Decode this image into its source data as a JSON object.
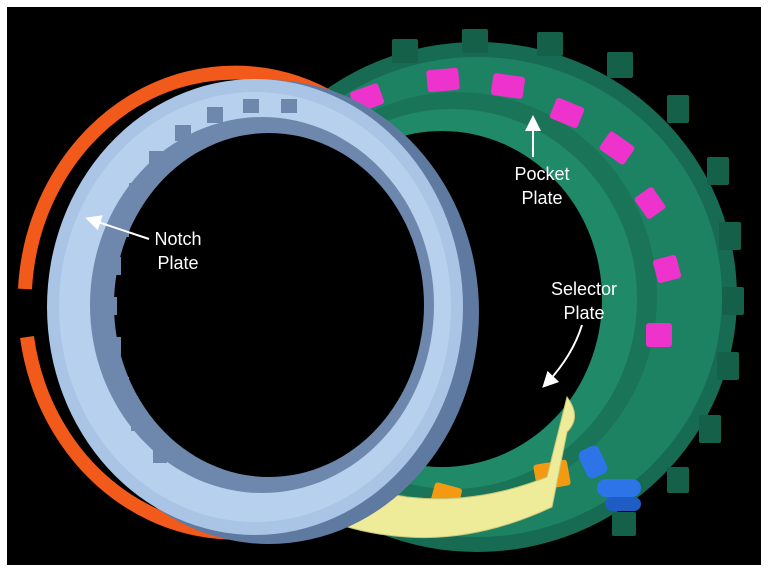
{
  "labels": {
    "notch": {
      "line1": "Notch",
      "line2": "Plate"
    },
    "pocket": {
      "line1": "Pocket",
      "line2": "Plate"
    },
    "selector": {
      "line1": "Selector",
      "line2": "Plate"
    }
  },
  "colors": {
    "background": "#000000",
    "pocket_plate": "#1a7a5e",
    "notch_plate": "#a9c4e4",
    "snap_ring": "#f25a1c",
    "selector_plate": "#eeec98",
    "pawls_top": "#ee33cc",
    "pawls_bottom": "#f39a12",
    "actuator": "#2d74e8",
    "arrows": "#ffffff"
  }
}
